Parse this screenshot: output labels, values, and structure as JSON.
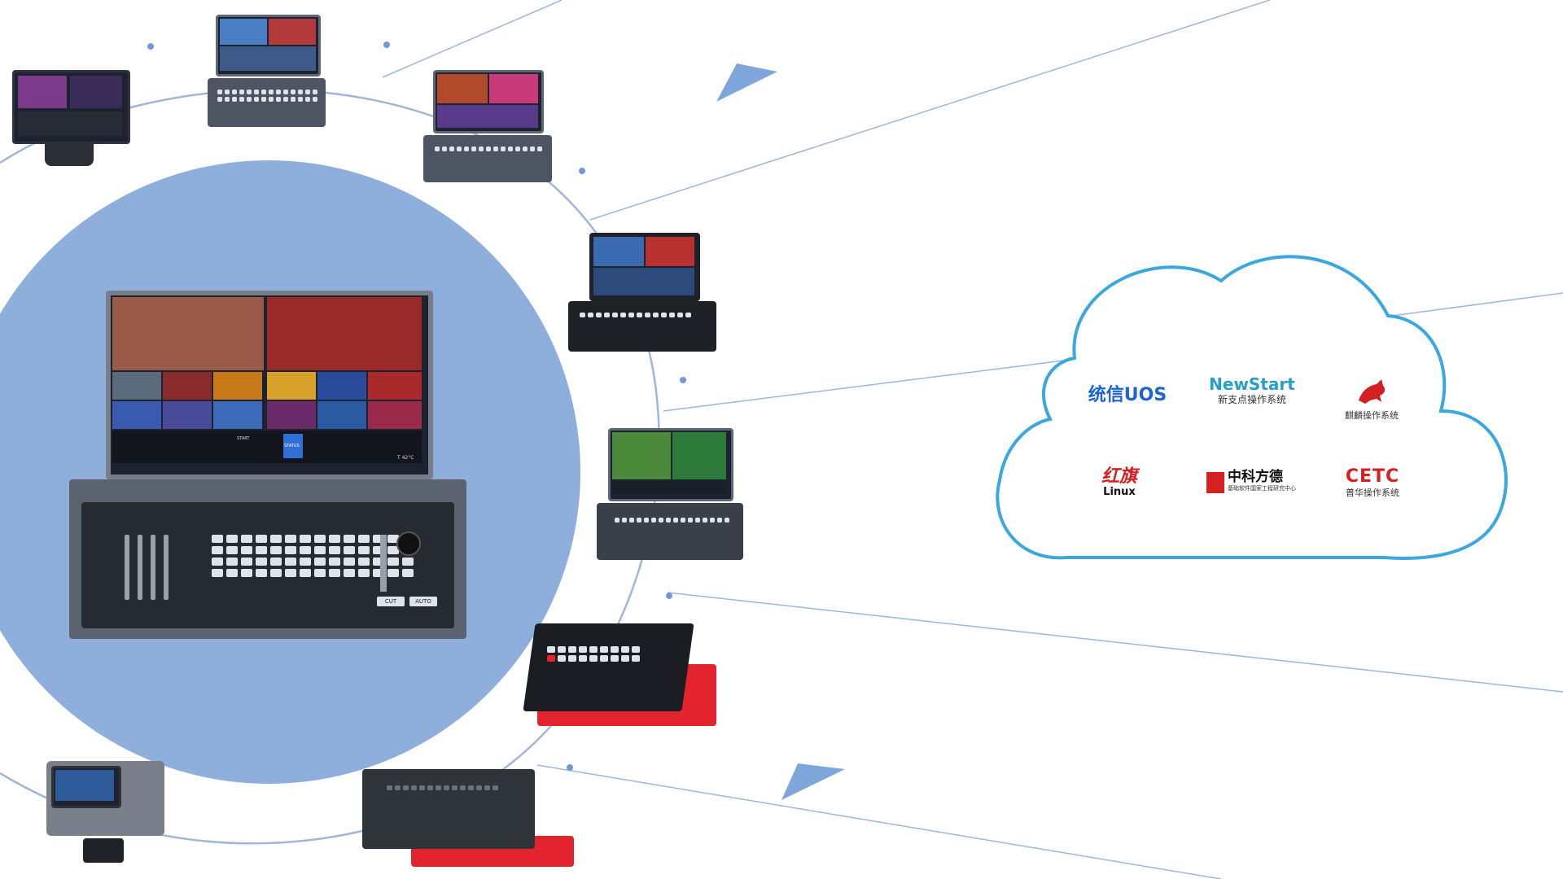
{
  "colors": {
    "big_circle": "#8eaedb",
    "orbit_line": "#9fb6d9",
    "cloud_outline": "#3aa7de",
    "accent_blue": "#6f9ad6",
    "red_chassis": "#e3232e"
  },
  "devices": [
    {
      "name": "tablet-switcher",
      "type": "tablet"
    },
    {
      "name": "portable-switcher-1",
      "type": "laptop"
    },
    {
      "name": "portable-switcher-2",
      "type": "laptop"
    },
    {
      "name": "briefcase-switcher",
      "type": "case"
    },
    {
      "name": "portable-switcher-3",
      "type": "laptop"
    },
    {
      "name": "red-panel-switcher",
      "type": "panel"
    },
    {
      "name": "red-desk-switcher",
      "type": "panel"
    },
    {
      "name": "mini-tablet-switcher",
      "type": "tablet"
    },
    {
      "name": "featured-portable-switcher",
      "type": "laptop"
    }
  ],
  "featured_device": {
    "screen_labels": {
      "status": "STATUS",
      "start": "START",
      "temperature": "T 42°C"
    },
    "key_labels": {
      "cut": "CUT",
      "auto": "AUTO"
    }
  },
  "cloud": {
    "logos": [
      {
        "id": "uos",
        "main": "统信UOS",
        "sub": "",
        "color": "#1c63d8"
      },
      {
        "id": "newstart",
        "main": "NewStart",
        "sub": "新支点操作系统",
        "color": "#27a0c8"
      },
      {
        "id": "kylin",
        "main": "",
        "sub": "麒麟操作系统",
        "color": "#d42020"
      },
      {
        "id": "redflag",
        "main": "红旗",
        "sub": "Linux",
        "color": "#d42020"
      },
      {
        "id": "zkfd",
        "main": "中科方德",
        "sub": "基础软件国家工程研究中心",
        "color": "#d42020"
      },
      {
        "id": "cetc",
        "main": "CETC",
        "sub": "普华操作系统",
        "color": "#d42020"
      }
    ]
  }
}
